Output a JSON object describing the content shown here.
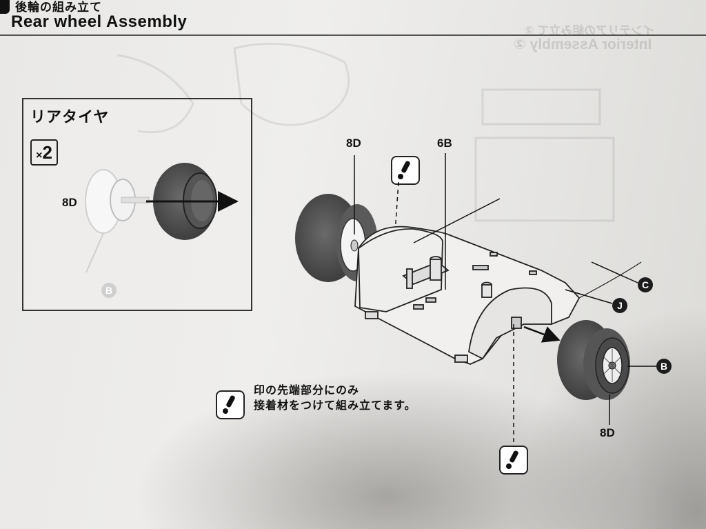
{
  "header": {
    "title_jp": "後輪の組み立て",
    "title_en": "Rear wheel Assembly"
  },
  "background_page": {
    "mirrored_title_jp": "インテリアの組み立て ②",
    "mirrored_title_en": "Interior Assembly ②"
  },
  "inset": {
    "title": "リアタイヤ",
    "quantity_symbol": "×",
    "quantity_value": "2",
    "part_label": "8D",
    "marker": "B"
  },
  "main_diagram": {
    "labels": {
      "part_8d_left": "8D",
      "part_6b": "6B",
      "part_8d_right": "8D"
    },
    "markers": {
      "c": "C",
      "j": "J",
      "b": "B"
    }
  },
  "glue_note": {
    "line1": "印の先端部分にのみ",
    "line2": "接着材をつけて組み立てます。"
  },
  "icons": [
    "glue-caution-icon",
    "arrow-icon",
    "tire-icon",
    "wheel-hub-icon"
  ],
  "colors": {
    "ink": "#111111",
    "paper": "#ecebe9",
    "tire": "#4a4a4a"
  }
}
